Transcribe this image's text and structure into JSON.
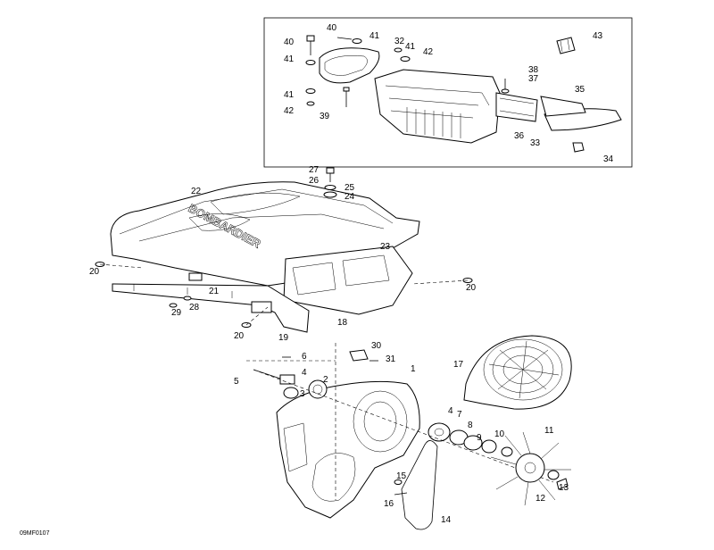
{
  "diagram": {
    "reference_code": "09MF0107",
    "callouts": [
      {
        "id": "c40a",
        "label": "40"
      },
      {
        "id": "c40b",
        "label": "40"
      },
      {
        "id": "c41a",
        "label": "41"
      },
      {
        "id": "c41b",
        "label": "41"
      },
      {
        "id": "c41c",
        "label": "41"
      },
      {
        "id": "c41d",
        "label": "41"
      },
      {
        "id": "c32",
        "label": "32"
      },
      {
        "id": "c42a",
        "label": "42"
      },
      {
        "id": "c42b",
        "label": "42"
      },
      {
        "id": "c39",
        "label": "39"
      },
      {
        "id": "c43",
        "label": "43"
      },
      {
        "id": "c38",
        "label": "38"
      },
      {
        "id": "c37",
        "label": "37"
      },
      {
        "id": "c35",
        "label": "35"
      },
      {
        "id": "c36",
        "label": "36"
      },
      {
        "id": "c33",
        "label": "33"
      },
      {
        "id": "c34",
        "label": "34"
      },
      {
        "id": "c27",
        "label": "27"
      },
      {
        "id": "c26",
        "label": "26"
      },
      {
        "id": "c25",
        "label": "25"
      },
      {
        "id": "c24",
        "label": "24"
      },
      {
        "id": "c22",
        "label": "22"
      },
      {
        "id": "c23",
        "label": "23"
      },
      {
        "id": "c20a",
        "label": "20"
      },
      {
        "id": "c20b",
        "label": "20"
      },
      {
        "id": "c20c",
        "label": "20"
      },
      {
        "id": "c21",
        "label": "21"
      },
      {
        "id": "c28",
        "label": "28"
      },
      {
        "id": "c29",
        "label": "29"
      },
      {
        "id": "c19",
        "label": "19"
      },
      {
        "id": "c18",
        "label": "18"
      },
      {
        "id": "c30",
        "label": "30"
      },
      {
        "id": "c31",
        "label": "31"
      },
      {
        "id": "c6",
        "label": "6"
      },
      {
        "id": "c4a",
        "label": "4"
      },
      {
        "id": "c5",
        "label": "5"
      },
      {
        "id": "c3",
        "label": "3"
      },
      {
        "id": "c2",
        "label": "2"
      },
      {
        "id": "c1",
        "label": "1"
      },
      {
        "id": "c17",
        "label": "17"
      },
      {
        "id": "c4b",
        "label": "4"
      },
      {
        "id": "c7",
        "label": "7"
      },
      {
        "id": "c8",
        "label": "8"
      },
      {
        "id": "c9",
        "label": "9"
      },
      {
        "id": "c10",
        "label": "10"
      },
      {
        "id": "c11",
        "label": "11"
      },
      {
        "id": "c15",
        "label": "15"
      },
      {
        "id": "c16",
        "label": "16"
      },
      {
        "id": "c14",
        "label": "14"
      },
      {
        "id": "c12",
        "label": "12"
      },
      {
        "id": "c13",
        "label": "13"
      }
    ]
  }
}
